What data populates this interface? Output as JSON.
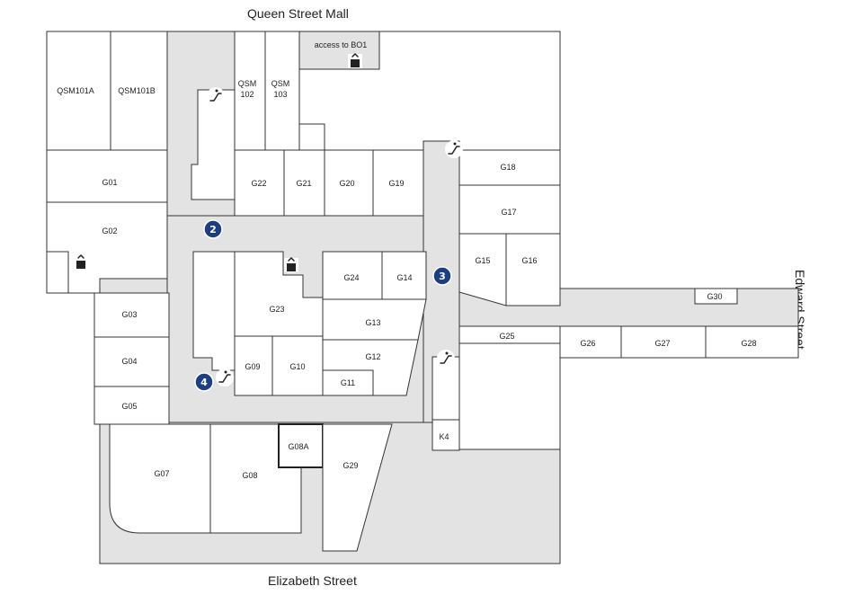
{
  "streets": {
    "top": "Queen Street Mall",
    "bottom": "Elizabeth Street",
    "right": "Edward Street"
  },
  "access_label": "access to BO1",
  "shops": {
    "qsm101a": "QSM101A",
    "qsm101b": "QSM101B",
    "qsm102a": "QSM",
    "qsm102b": "102",
    "qsm103a": "QSM",
    "qsm103b": "103",
    "g01": "G01",
    "g02": "G02",
    "g03": "G03",
    "g04": "G04",
    "g05": "G05",
    "g07": "G07",
    "g08": "G08",
    "g08a": "G08A",
    "g09": "G09",
    "g10": "G10",
    "g11": "G11",
    "g12": "G12",
    "g13": "G13",
    "g14": "G14",
    "g15": "G15",
    "g16": "G16",
    "g17": "G17",
    "g18": "G18",
    "g19": "G19",
    "g20": "G20",
    "g21": "G21",
    "g22": "G22",
    "g23": "G23",
    "g24": "G24",
    "g25": "G25",
    "g26": "G26",
    "g27": "G27",
    "g28": "G28",
    "g29": "G29",
    "g30": "G30",
    "k4": "K4"
  },
  "markers": [
    "2",
    "3",
    "4"
  ],
  "icons": [
    "escalator-icon",
    "lift-icon"
  ],
  "colors": {
    "corridor": "#e3e3e3",
    "marker": "#1d3f82"
  }
}
